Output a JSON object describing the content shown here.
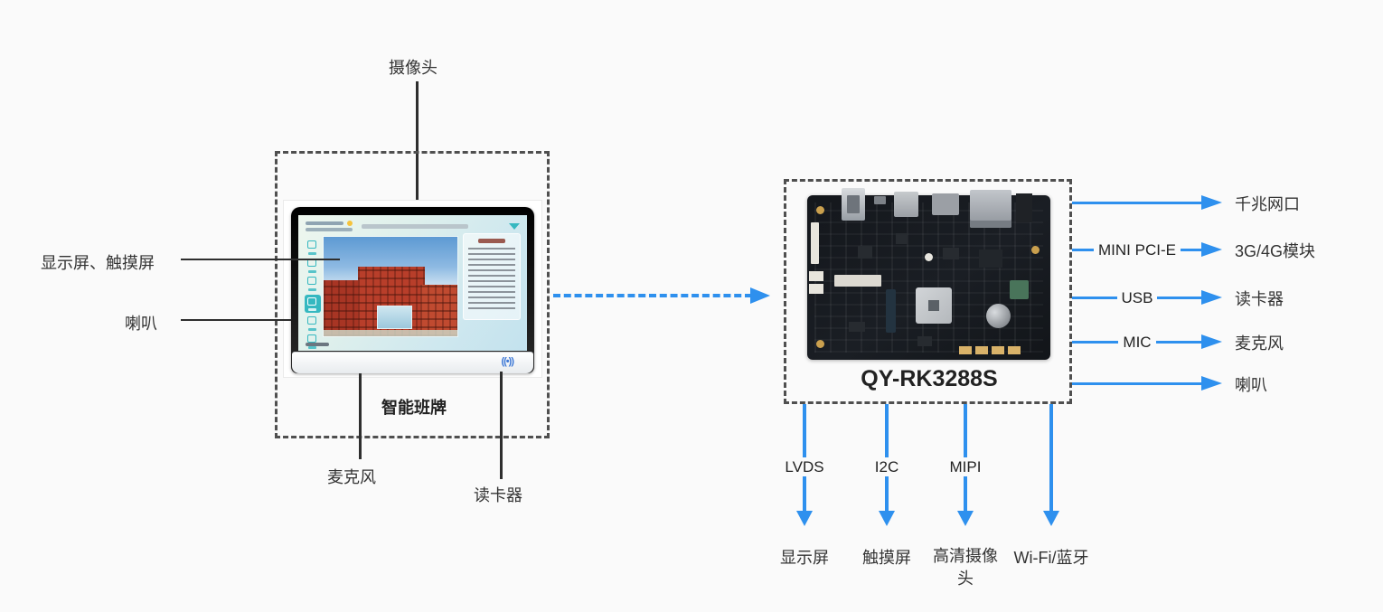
{
  "palette": {
    "accent_blue": "#2e90ee",
    "screen_teal": "#35b8c0",
    "dash_gray": "#4f4f4f",
    "line_dark": "#2e2e2e",
    "background": "#fafafa"
  },
  "device_panel": {
    "camera_label": "摄像头",
    "display_touch_label": "显示屏、触摸屏",
    "speaker_label": "喇叭",
    "mic_label": "麦克风",
    "card_reader_label": "读卡器",
    "caption": "智能班牌",
    "nfc_glyph": "((•))"
  },
  "board_panel": {
    "caption": "QY-RK3288S",
    "right_ports": [
      {
        "bus": "",
        "target": "千兆网口"
      },
      {
        "bus": "MINI PCI-E",
        "target": "3G/4G模块"
      },
      {
        "bus": "USB",
        "target": "读卡器"
      },
      {
        "bus": "MIC",
        "target": "麦克风"
      },
      {
        "bus": "",
        "target": "喇叭"
      }
    ],
    "bottom_ports": [
      {
        "bus": "LVDS",
        "target": "显示屏"
      },
      {
        "bus": "I2C",
        "target": "触摸屏"
      },
      {
        "bus": "MIPI",
        "target": "高清摄像头"
      },
      {
        "bus": "",
        "target": "Wi-Fi/蓝牙"
      }
    ]
  }
}
